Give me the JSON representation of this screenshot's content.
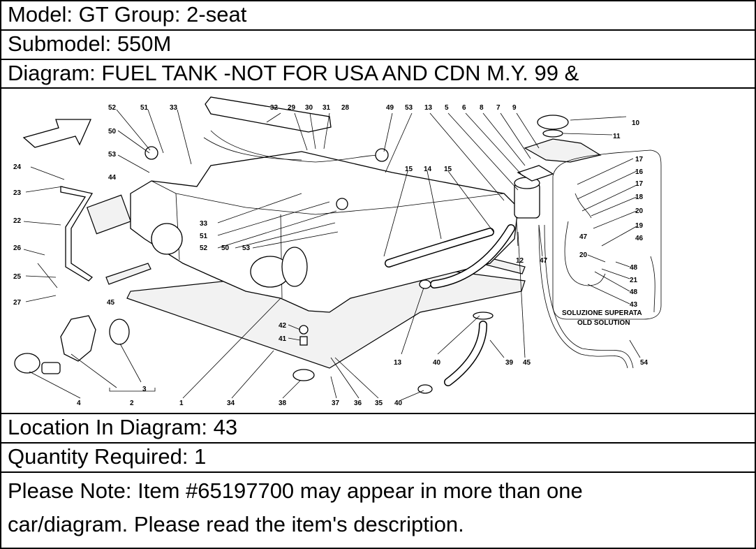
{
  "header": {
    "model": "Model: GT Group: 2-seat",
    "submodel": "Submodel: 550M",
    "diagram": "Diagram: FUEL TANK -NOT FOR USA AND CDN M.Y. 99 &"
  },
  "details": {
    "location": "Location In Diagram: 43",
    "quantity": "Quantity Required: 1"
  },
  "note": {
    "line1": "Please Note: Item #65197700 may appear in more than one",
    "line2": "car/diagram. Please read the item's description."
  },
  "diagram_labels": {
    "old_solution_it": "SOLUZIONE SUPERATA",
    "old_solution_en": "OLD SOLUTION",
    "callouts": [
      "52",
      "51",
      "33",
      "50",
      "53",
      "44",
      "24",
      "23",
      "22",
      "26",
      "25",
      "27",
      "45",
      "32",
      "29",
      "30",
      "31",
      "28",
      "49",
      "53",
      "13",
      "5",
      "6",
      "8",
      "7",
      "9",
      "10",
      "11",
      "17",
      "16",
      "17",
      "18",
      "20",
      "19",
      "46",
      "47",
      "20",
      "48",
      "21",
      "48",
      "43",
      "15",
      "14",
      "15",
      "33",
      "51",
      "52",
      "50",
      "53",
      "12",
      "47",
      "42",
      "41",
      "13",
      "40",
      "39",
      "45",
      "54",
      "4",
      "3",
      "2",
      "1",
      "34",
      "38",
      "37",
      "36",
      "35",
      "40"
    ]
  }
}
